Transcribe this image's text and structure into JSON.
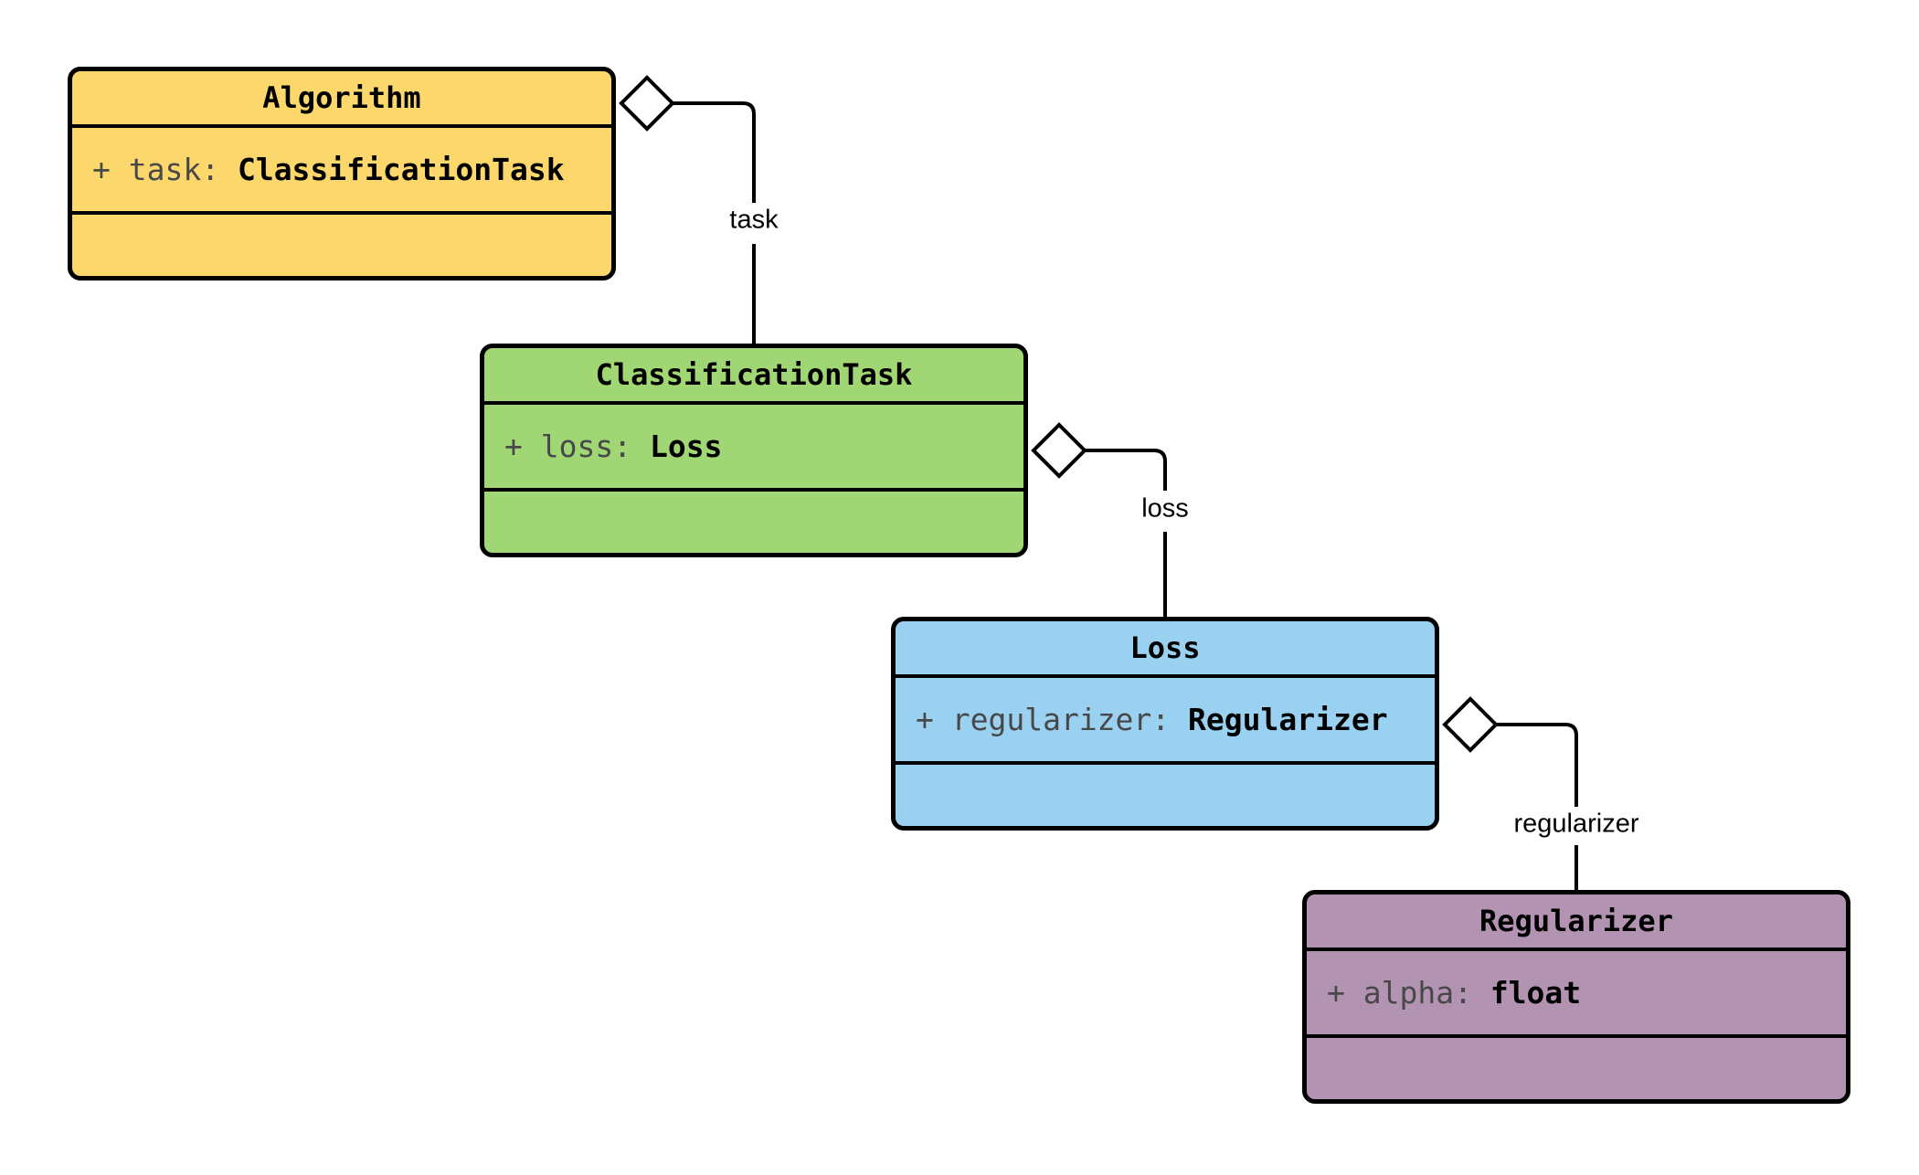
{
  "diagram": {
    "type": "uml-class-diagram",
    "background_color": "#ffffff",
    "line_color": "#000000",
    "diamond_fill": "#ffffff",
    "attribute_name_color": "#484848",
    "attribute_type_color": "#000000",
    "classes": [
      {
        "name": "Algorithm",
        "fill": "#FBD76C",
        "attributes": [
          {
            "text": "+ task: ",
            "type": "ClassificationTask"
          }
        ]
      },
      {
        "name": "ClassificationTask",
        "fill": "#A0D674",
        "attributes": [
          {
            "text": "+ loss: ",
            "type": "Loss"
          }
        ]
      },
      {
        "name": "Loss",
        "fill": "#9AD1F0",
        "attributes": [
          {
            "text": "+ regularizer: ",
            "type": "Regularizer"
          }
        ]
      },
      {
        "name": "Regularizer",
        "fill": "#B293B2",
        "attributes": [
          {
            "text": "+ alpha: ",
            "type": "float"
          }
        ]
      }
    ],
    "edges": [
      {
        "from": "Algorithm",
        "to": "ClassificationTask",
        "label": "task",
        "relation": "aggregation"
      },
      {
        "from": "ClassificationTask",
        "to": "Loss",
        "label": "loss",
        "relation": "aggregation"
      },
      {
        "from": "Loss",
        "to": "Regularizer",
        "label": "regularizer",
        "relation": "aggregation"
      }
    ]
  }
}
